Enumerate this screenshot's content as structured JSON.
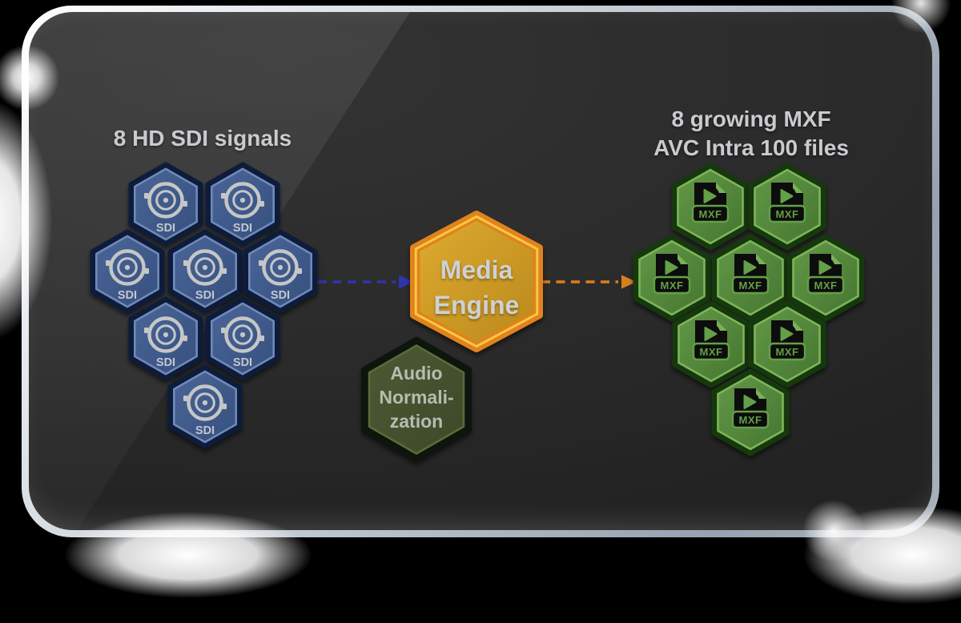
{
  "diagram": {
    "left_group": {
      "title": "8 HD SDI signals",
      "title_color": "#c9cbce",
      "node_count": 8,
      "icon": "bnc-connector-icon",
      "nodes": [
        {
          "label": "SDI"
        },
        {
          "label": "SDI"
        },
        {
          "label": "SDI"
        },
        {
          "label": "SDI"
        },
        {
          "label": "SDI"
        },
        {
          "label": "SDI"
        },
        {
          "label": "SDI"
        },
        {
          "label": "SDI"
        }
      ],
      "colors": {
        "rim": "#111c3a",
        "bevel": "#7089b8",
        "fill_light": "#4a6598",
        "fill_dark": "#35507e",
        "icon": "#c6c6c6",
        "label": "#c3c7cd"
      }
    },
    "engine": {
      "label_lines": [
        "Media",
        "Engine"
      ],
      "text_color": "#ced1d4",
      "colors": {
        "rim": "#e1821b",
        "bevel": "#f9cf49",
        "fill_light": "#ddab30",
        "fill_dark": "#bb891b"
      }
    },
    "audio": {
      "label_lines": [
        "Audio",
        "Normali-",
        "zation"
      ],
      "text_color": "#b7bcb0",
      "colors": {
        "rim": "#0e120a",
        "bevel": "#5c6a3a",
        "fill_light": "#4c5933",
        "fill_dark": "#3e492a"
      }
    },
    "right_group": {
      "title_lines": [
        "8 growing MXF",
        "AVC Intra 100 files"
      ],
      "title_color": "#c9cbce",
      "node_count": 8,
      "icon": "mxf-file-icon",
      "nodes": [
        {
          "label": "MXF"
        },
        {
          "label": "MXF"
        },
        {
          "label": "MXF"
        },
        {
          "label": "MXF"
        },
        {
          "label": "MXF"
        },
        {
          "label": "MXF"
        },
        {
          "label": "MXF"
        },
        {
          "label": "MXF"
        }
      ],
      "colors": {
        "rim": "#153811",
        "bevel": "#7eb559",
        "fill_light": "#619847",
        "fill_dark": "#477631",
        "icon": "#0c0c0c",
        "icon_accent": "#63a046",
        "fold": "#79b258"
      }
    },
    "arrows": [
      {
        "name": "sdi-to-engine-arrow",
        "color": "#3134ad",
        "style": "dashed"
      },
      {
        "name": "engine-to-mxf-arrow",
        "color": "#d8801f",
        "style": "dashed"
      }
    ]
  }
}
